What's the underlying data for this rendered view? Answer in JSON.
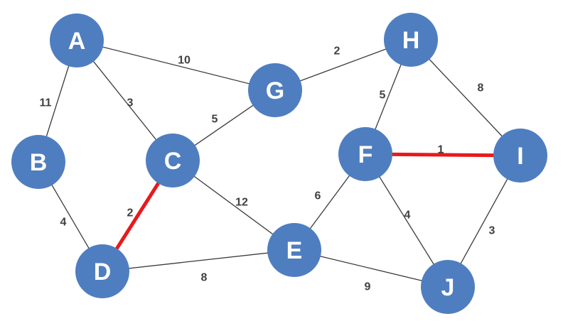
{
  "graph": {
    "nodes": [
      {
        "id": "A",
        "label": "A"
      },
      {
        "id": "B",
        "label": "B"
      },
      {
        "id": "C",
        "label": "C"
      },
      {
        "id": "D",
        "label": "D"
      },
      {
        "id": "E",
        "label": "E"
      },
      {
        "id": "F",
        "label": "F"
      },
      {
        "id": "G",
        "label": "G"
      },
      {
        "id": "H",
        "label": "H"
      },
      {
        "id": "I",
        "label": "I"
      },
      {
        "id": "J",
        "label": "J"
      }
    ],
    "edges": [
      {
        "from": "A",
        "to": "B",
        "weight": "11",
        "highlighted": false
      },
      {
        "from": "A",
        "to": "G",
        "weight": "10",
        "highlighted": false
      },
      {
        "from": "A",
        "to": "C",
        "weight": "3",
        "highlighted": false
      },
      {
        "from": "B",
        "to": "D",
        "weight": "4",
        "highlighted": false
      },
      {
        "from": "C",
        "to": "G",
        "weight": "5",
        "highlighted": false
      },
      {
        "from": "C",
        "to": "D",
        "weight": "2",
        "highlighted": true
      },
      {
        "from": "C",
        "to": "E",
        "weight": "12",
        "highlighted": false
      },
      {
        "from": "D",
        "to": "E",
        "weight": "8",
        "highlighted": false
      },
      {
        "from": "G",
        "to": "H",
        "weight": "2",
        "highlighted": false
      },
      {
        "from": "H",
        "to": "F",
        "weight": "5",
        "highlighted": false
      },
      {
        "from": "H",
        "to": "I",
        "weight": "8",
        "highlighted": false
      },
      {
        "from": "F",
        "to": "I",
        "weight": "1",
        "highlighted": true
      },
      {
        "from": "F",
        "to": "E",
        "weight": "6",
        "highlighted": false
      },
      {
        "from": "F",
        "to": "J",
        "weight": "4",
        "highlighted": false
      },
      {
        "from": "E",
        "to": "J",
        "weight": "9",
        "highlighted": false
      },
      {
        "from": "I",
        "to": "J",
        "weight": "3",
        "highlighted": false
      }
    ]
  },
  "colors": {
    "node_fill": "#4f7ec0",
    "node_text": "#ffffff",
    "edge": "#3a3a3a",
    "highlight_edge": "#e8191b",
    "weight_text": "#404040"
  }
}
